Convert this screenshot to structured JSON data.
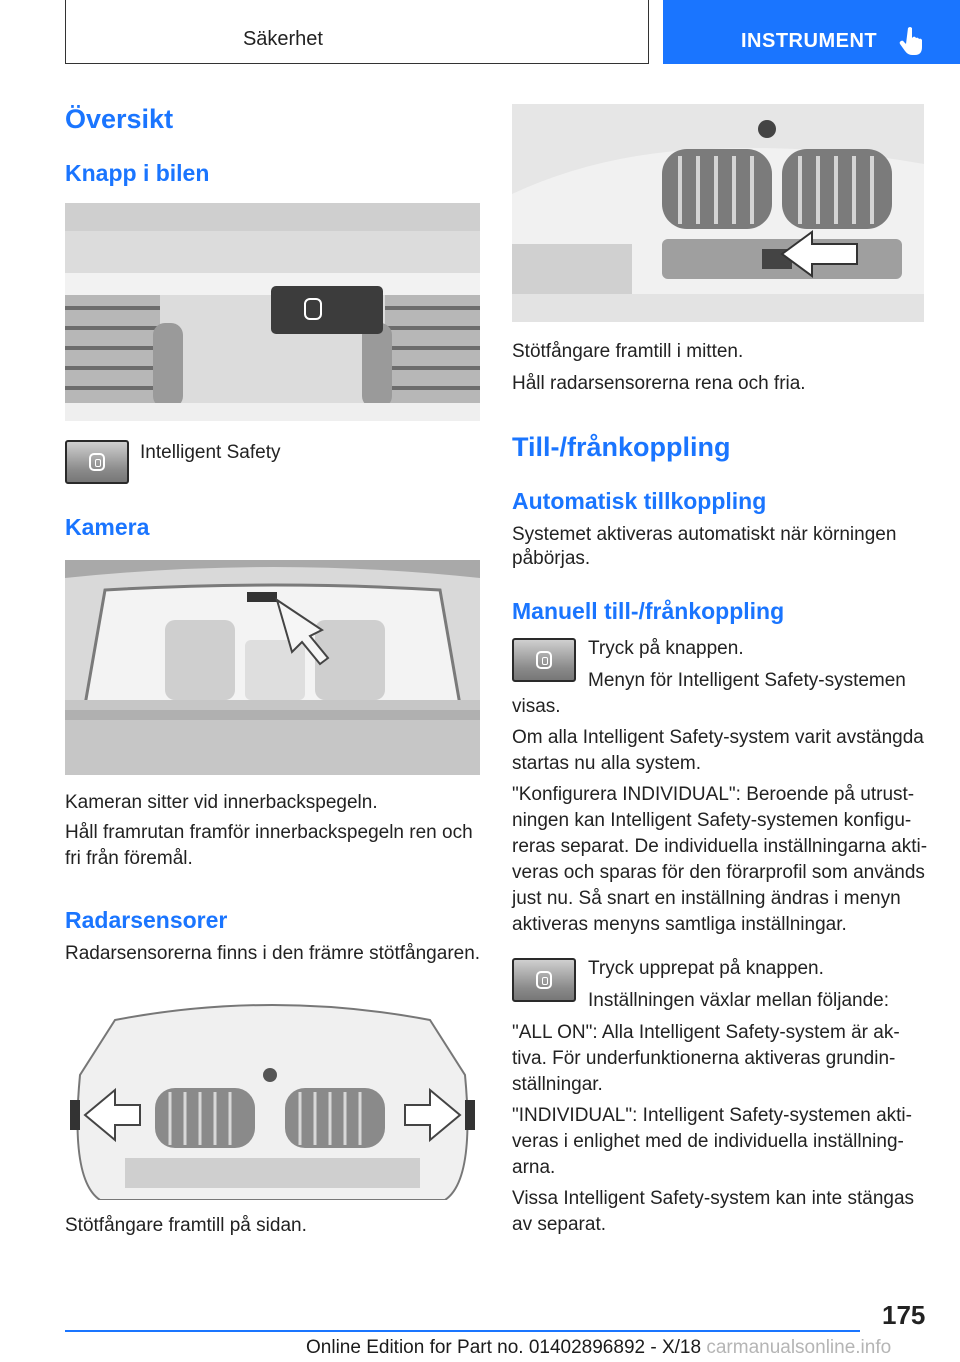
{
  "header": {
    "section": "Säkerhet",
    "chapter": "INSTRUMENT",
    "chapter_icon": "pointing-hand-icon",
    "accent_color": "#1a75ff"
  },
  "left": {
    "title": "Översikt",
    "sub_button": "Knapp i bilen",
    "button_caption": "Intelligent Safety",
    "sub_camera": "Kamera",
    "camera_lines": [
      "Kameran sitter vid innerbackspegeln.",
      "Håll framrutan framför innerbackspegeln ren och",
      "fri från föremål."
    ],
    "sub_radar": "Radarsensorer",
    "radar_line": "Radarsensorerna finns i den främre stötfångaren.",
    "radar_caption": "Stötfångare framtill på sidan."
  },
  "right": {
    "front_caption_1": "Stötfångare framtill i mitten.",
    "front_caption_2": "Håll radarsensorerna rena och fria.",
    "title": "Till-/frånkoppling",
    "sub_auto": "Automatisk tillkoppling",
    "auto_lines": [
      "Systemet aktiveras automatiskt när körningen",
      "påbörjas."
    ],
    "sub_manual": "Manuell till-/frånkoppling",
    "press_1": "Tryck på knappen.",
    "press_2": "Menyn för Intelligent Safety-systemen",
    "press_3": "visas.",
    "para1": [
      "Om alla Intelligent Safety-system varit avstängda",
      "startas nu alla system."
    ],
    "para2": [
      "\"Konfigurera INDIVIDUAL\": Beroende på utrust-",
      "ningen kan Intelligent Safety-systemen konfigu-",
      "reras separat. De individuella inställningarna akti-",
      "veras och sparas för den förarprofil som används",
      "just nu. Så snart en inställning ändras i menyn",
      "aktiveras menyns samtliga inställningar."
    ],
    "repeat_1": "Tryck upprepat på knappen.",
    "repeat_2": "Inställningen växlar mellan följande:",
    "para3": [
      "\"ALL ON\": Alla Intelligent Safety-system är ak-",
      "tiva. För underfunktionerna aktiveras grundin-",
      "ställningar."
    ],
    "para4": [
      "\"INDIVIDUAL\": Intelligent Safety-systemen akti-",
      "veras i enlighet med de individuella inställning-",
      "arna."
    ],
    "para5": [
      "Vissa Intelligent Safety-system kan inte stängas",
      "av separat."
    ]
  },
  "footer": {
    "page_number": "175",
    "edition": "Online Edition for Part no. 01402896892 - X/18",
    "watermark": "carmanualsonline.info"
  }
}
